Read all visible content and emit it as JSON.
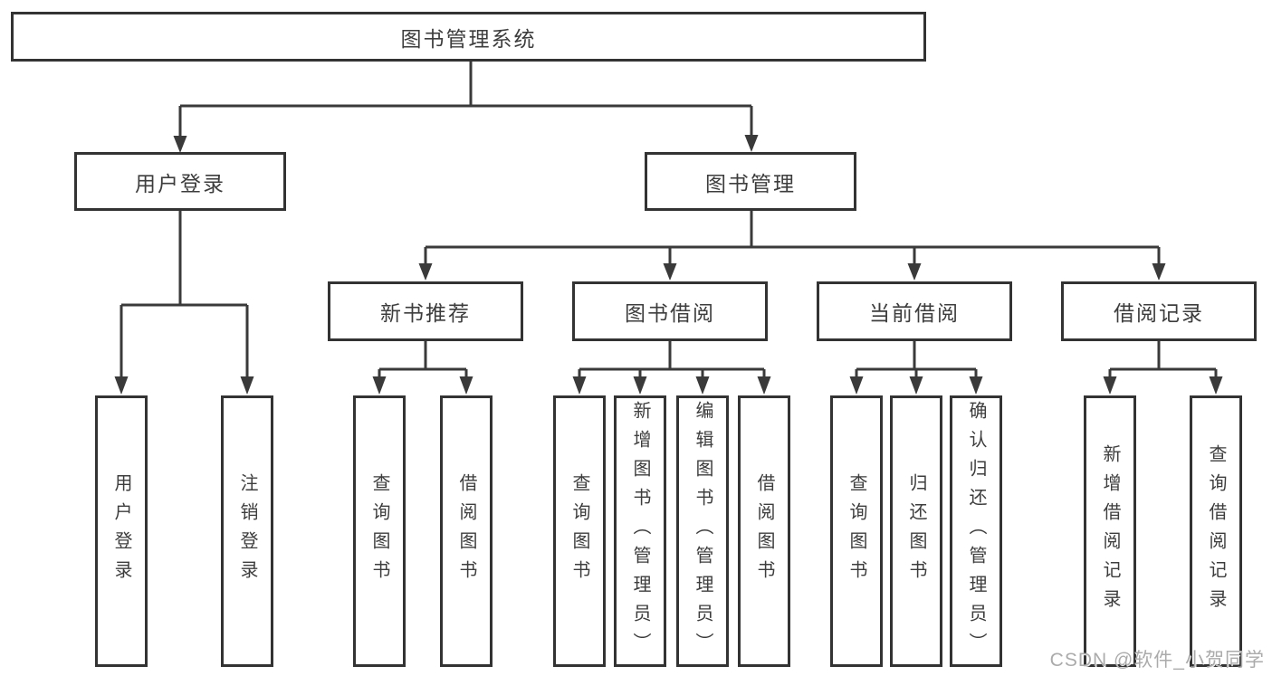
{
  "root": {
    "label": "图书管理系统"
  },
  "login": {
    "label": "用户登录",
    "children": [
      {
        "label": "用户登录"
      },
      {
        "label": "注销登录"
      }
    ]
  },
  "management": {
    "label": "图书管理",
    "sections": [
      {
        "label": "新书推荐",
        "children": [
          {
            "label": "查询图书"
          },
          {
            "label": "借阅图书"
          }
        ]
      },
      {
        "label": "图书借阅",
        "children": [
          {
            "label": "查询图书"
          },
          {
            "label": "新增图书（管理员）"
          },
          {
            "label": "编辑图书（管理员）"
          },
          {
            "label": "借阅图书"
          }
        ]
      },
      {
        "label": "当前借阅",
        "children": [
          {
            "label": "查询图书"
          },
          {
            "label": "归还图书"
          },
          {
            "label": "确认归还（管理员）"
          }
        ]
      },
      {
        "label": "借阅记录",
        "children": [
          {
            "label": "新增借阅记录"
          },
          {
            "label": "查询借阅记录"
          }
        ]
      }
    ]
  },
  "watermark": "CSDN @软件_小贺同学",
  "colors": {
    "line": "#3a3a3a",
    "border": "#333333",
    "text": "#3d3d3d",
    "background": "#ffffff",
    "watermark": "#ababab"
  }
}
